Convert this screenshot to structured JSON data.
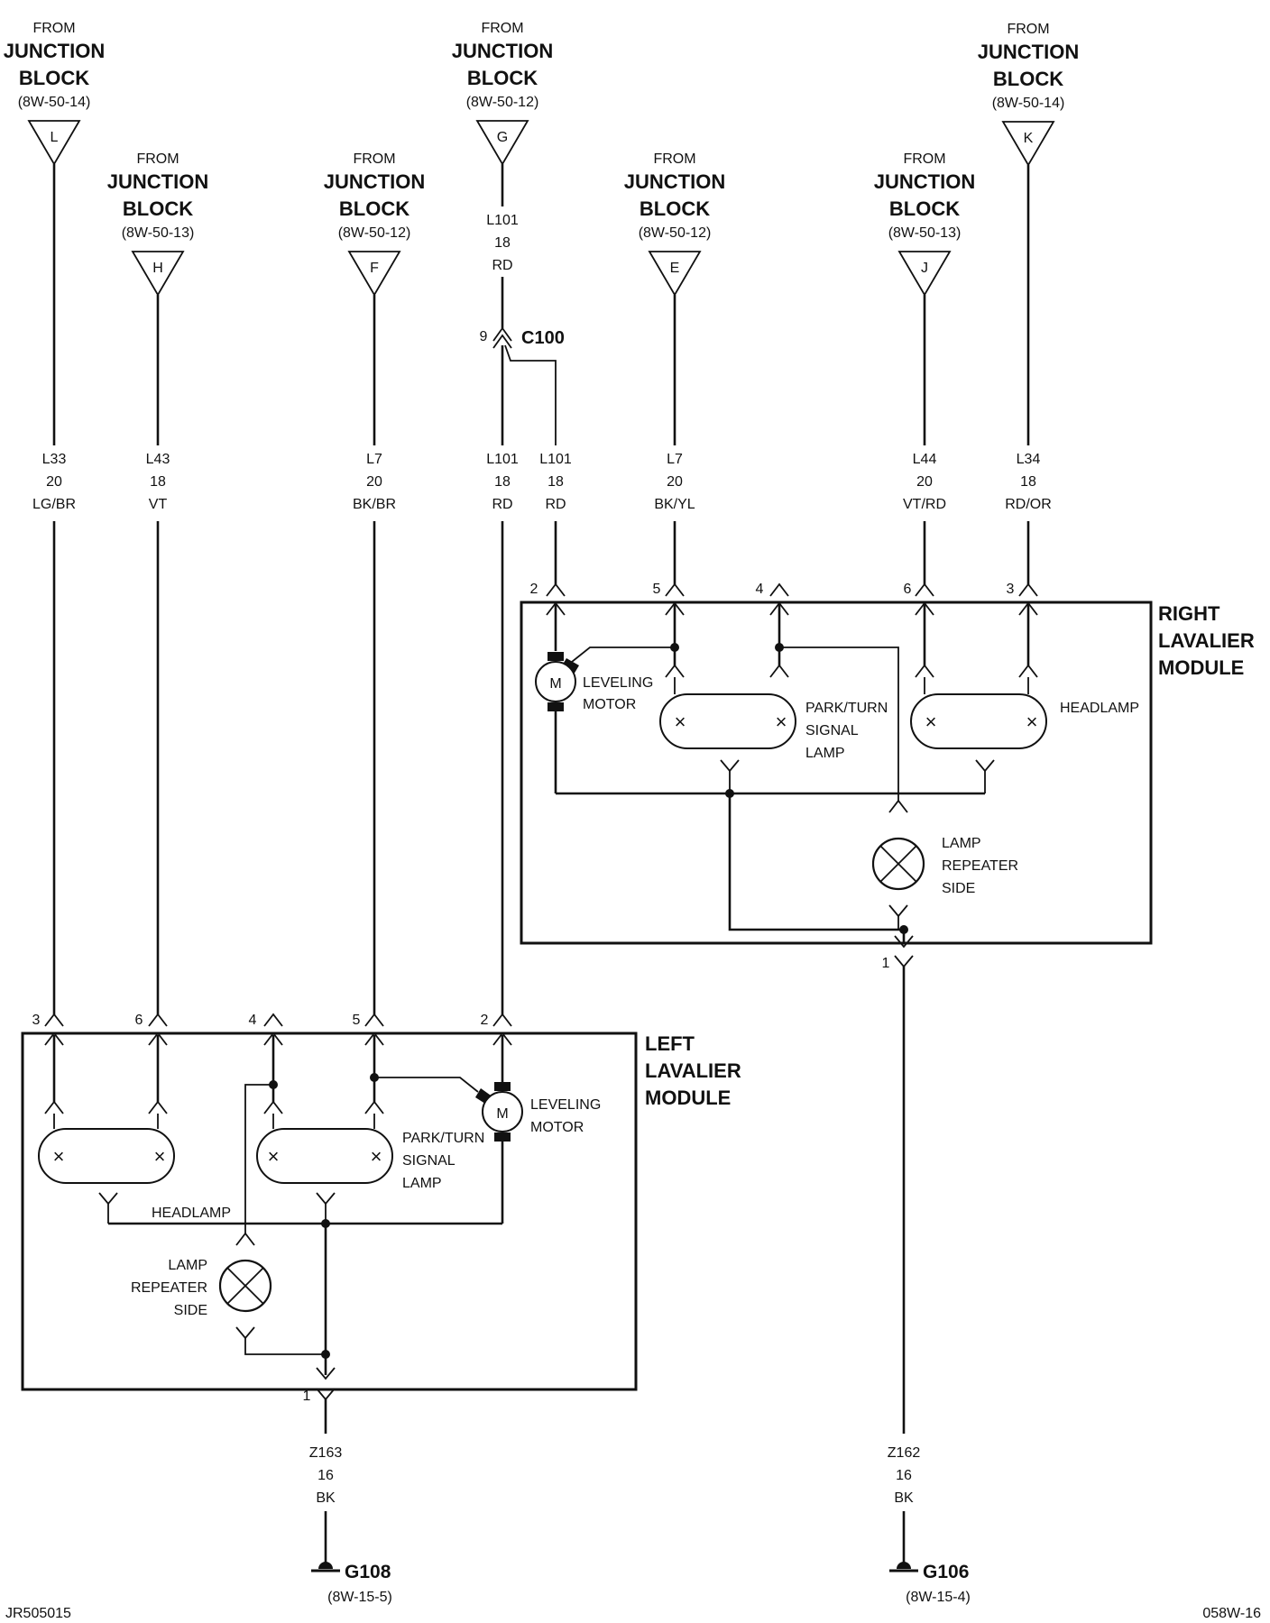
{
  "sources": [
    {
      "from": "FROM",
      "title1": "JUNCTION",
      "title2": "BLOCK",
      "ref": "(8W-50-14)",
      "pin": "L"
    },
    {
      "from": "FROM",
      "title1": "JUNCTION",
      "title2": "BLOCK",
      "ref": "(8W-50-13)",
      "pin": "H"
    },
    {
      "from": "FROM",
      "title1": "JUNCTION",
      "title2": "BLOCK",
      "ref": "(8W-50-12)",
      "pin": "F"
    },
    {
      "from": "FROM",
      "title1": "JUNCTION",
      "title2": "BLOCK",
      "ref": "(8W-50-12)",
      "pin": "G"
    },
    {
      "from": "FROM",
      "title1": "JUNCTION",
      "title2": "BLOCK",
      "ref": "(8W-50-12)",
      "pin": "E"
    },
    {
      "from": "FROM",
      "title1": "JUNCTION",
      "title2": "BLOCK",
      "ref": "(8W-50-13)",
      "pin": "J"
    },
    {
      "from": "FROM",
      "title1": "JUNCTION",
      "title2": "BLOCK",
      "ref": "(8W-50-14)",
      "pin": "K"
    }
  ],
  "upper_wire": {
    "circuit": "L101",
    "gauge": "18",
    "color": "RD"
  },
  "connector": {
    "name": "C100",
    "pin": "9"
  },
  "wires": [
    {
      "circuit": "L33",
      "gauge": "20",
      "color": "LG/BR"
    },
    {
      "circuit": "L43",
      "gauge": "18",
      "color": "VT"
    },
    {
      "circuit": "L7",
      "gauge": "20",
      "color": "BK/BR"
    },
    {
      "circuit": "L101",
      "gauge": "18",
      "color": "RD"
    },
    {
      "circuit": "L101",
      "gauge": "18",
      "color": "RD"
    },
    {
      "circuit": "L7",
      "gauge": "20",
      "color": "BK/YL"
    },
    {
      "circuit": "L44",
      "gauge": "20",
      "color": "VT/RD"
    },
    {
      "circuit": "L34",
      "gauge": "18",
      "color": "RD/OR"
    }
  ],
  "right_module": {
    "title": [
      "RIGHT",
      "LAVALIER",
      "MODULE"
    ],
    "pins": [
      "2",
      "5",
      "4",
      "6",
      "3"
    ],
    "ground_pin": "1",
    "motor_symbol": "M",
    "motor_label": [
      "LEVELING",
      "MOTOR"
    ],
    "park_turn_label": [
      "PARK/TURN",
      "SIGNAL",
      "LAMP"
    ],
    "headlamp_label": "HEADLAMP",
    "repeater_label": [
      "LAMP",
      "REPEATER",
      "SIDE"
    ]
  },
  "left_module": {
    "title": [
      "LEFT",
      "LAVALIER",
      "MODULE"
    ],
    "pins": [
      "3",
      "6",
      "4",
      "5",
      "2"
    ],
    "ground_pin": "1",
    "motor_symbol": "M",
    "motor_label": [
      "LEVELING",
      "MOTOR"
    ],
    "park_turn_label": [
      "PARK/TURN",
      "SIGNAL",
      "LAMP"
    ],
    "headlamp_label": "HEADLAMP",
    "repeater_label": [
      "LAMP",
      "REPEATER",
      "SIDE"
    ]
  },
  "ground_wires": [
    {
      "circuit": "Z163",
      "gauge": "16",
      "color": "BK"
    },
    {
      "circuit": "Z162",
      "gauge": "16",
      "color": "BK"
    }
  ],
  "grounds": [
    {
      "name": "G108",
      "ref": "(8W-15-5)"
    },
    {
      "name": "G106",
      "ref": "(8W-15-4)"
    }
  ],
  "footer": {
    "left": "JR505015",
    "right": "058W-16"
  }
}
